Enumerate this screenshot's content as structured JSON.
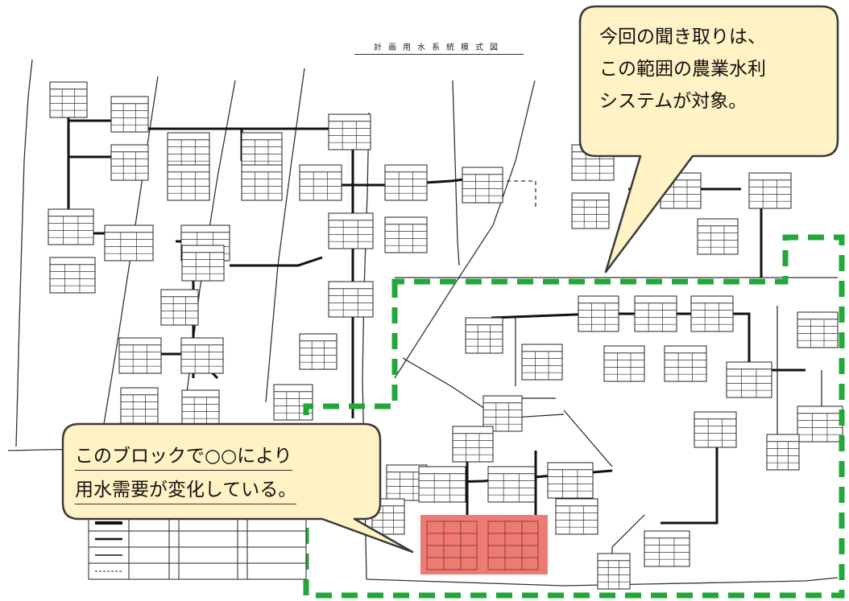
{
  "diagram": {
    "title": "計画用水系統模式図"
  },
  "callouts": {
    "top": {
      "lines": [
        "今回の聞き取りは、",
        "この範囲の農業水利",
        "システムが対象。"
      ]
    },
    "bottom": {
      "lines": [
        "このブロックで○○により",
        "用水需要が変化している。"
      ]
    }
  },
  "colors": {
    "callout_fill": "#FFF2C4",
    "callout_border": "#3A3A3A",
    "dashed_boundary": "#22A83A",
    "highlight": "#EE7B72",
    "network_line": "#222222"
  }
}
